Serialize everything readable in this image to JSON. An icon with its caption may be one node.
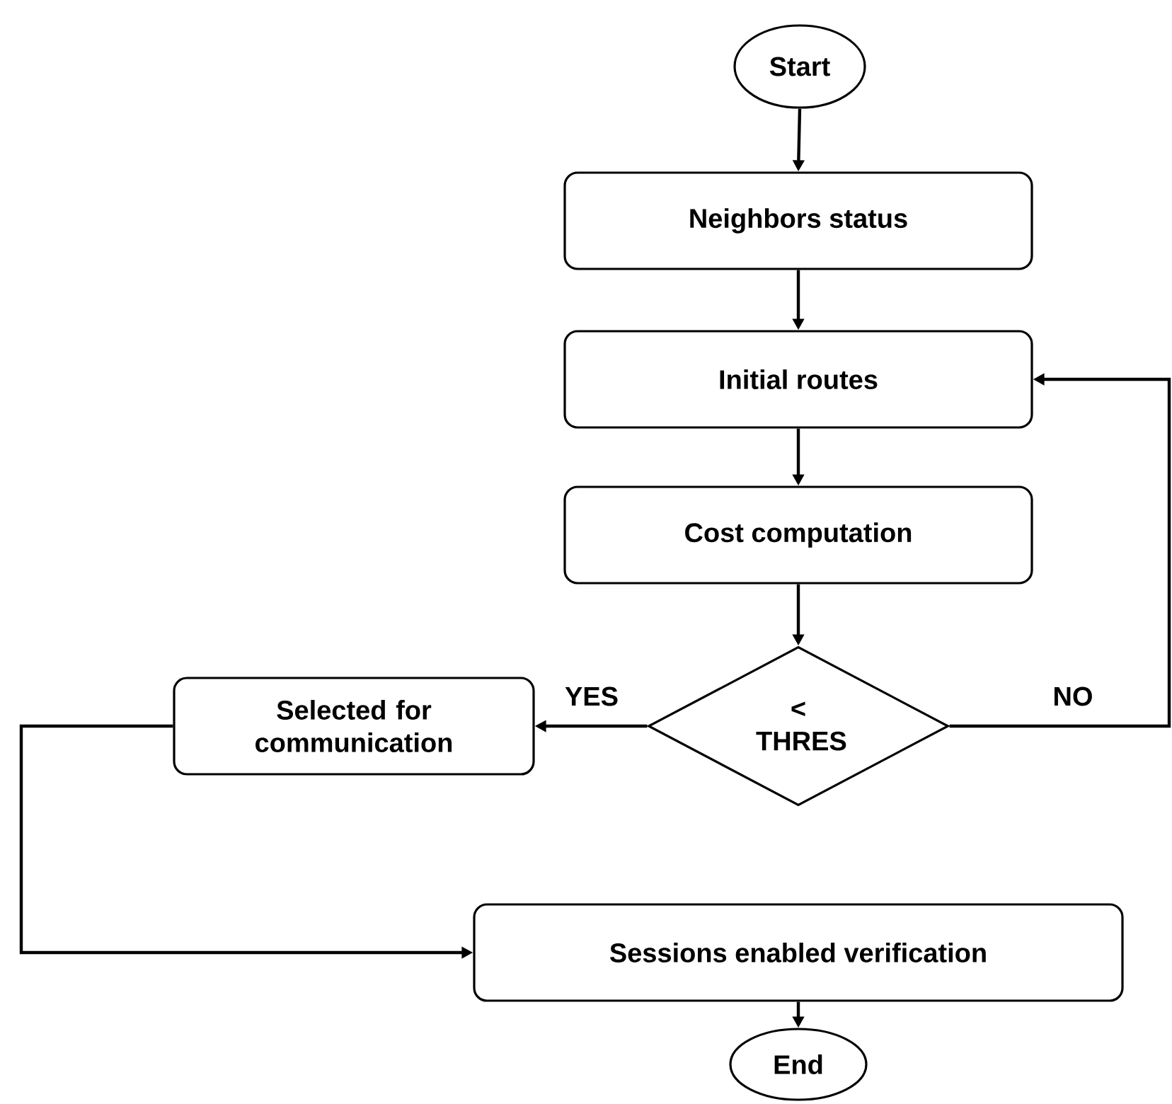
{
  "diagram": {
    "nodes": [
      {
        "text": [
          "Start"
        ]
      },
      {
        "text": [
          "Neighbors status"
        ]
      },
      {
        "text": [
          "Initial routes"
        ]
      },
      {
        "text": [
          "Cost computation"
        ]
      },
      {
        "text": [
          "< THRES"
        ]
      },
      {
        "text": [
          "Selected for communication"
        ]
      },
      {
        "text": [
          "Sessions enabled verification"
        ]
      },
      {
        "text": [
          "End"
        ]
      }
    ],
    "edges": [
      {
        "from": 0,
        "to": 1,
        "arrow": "to"
      },
      {
        "from": 1,
        "to": 2,
        "arrow": "to"
      },
      {
        "from": 2,
        "to": 3,
        "arrow": "to"
      },
      {
        "from": 3,
        "to": 4,
        "arrow": "to"
      },
      {
        "from": 4,
        "to": 5,
        "arrow": "to",
        "label": "YES"
      },
      {
        "from": 4,
        "to": 2,
        "arrow": "to",
        "label": "NO"
      },
      {
        "from": 5,
        "to": 6,
        "arrow": "to"
      },
      {
        "from": 6,
        "to": 7,
        "arrow": "to"
      }
    ]
  }
}
